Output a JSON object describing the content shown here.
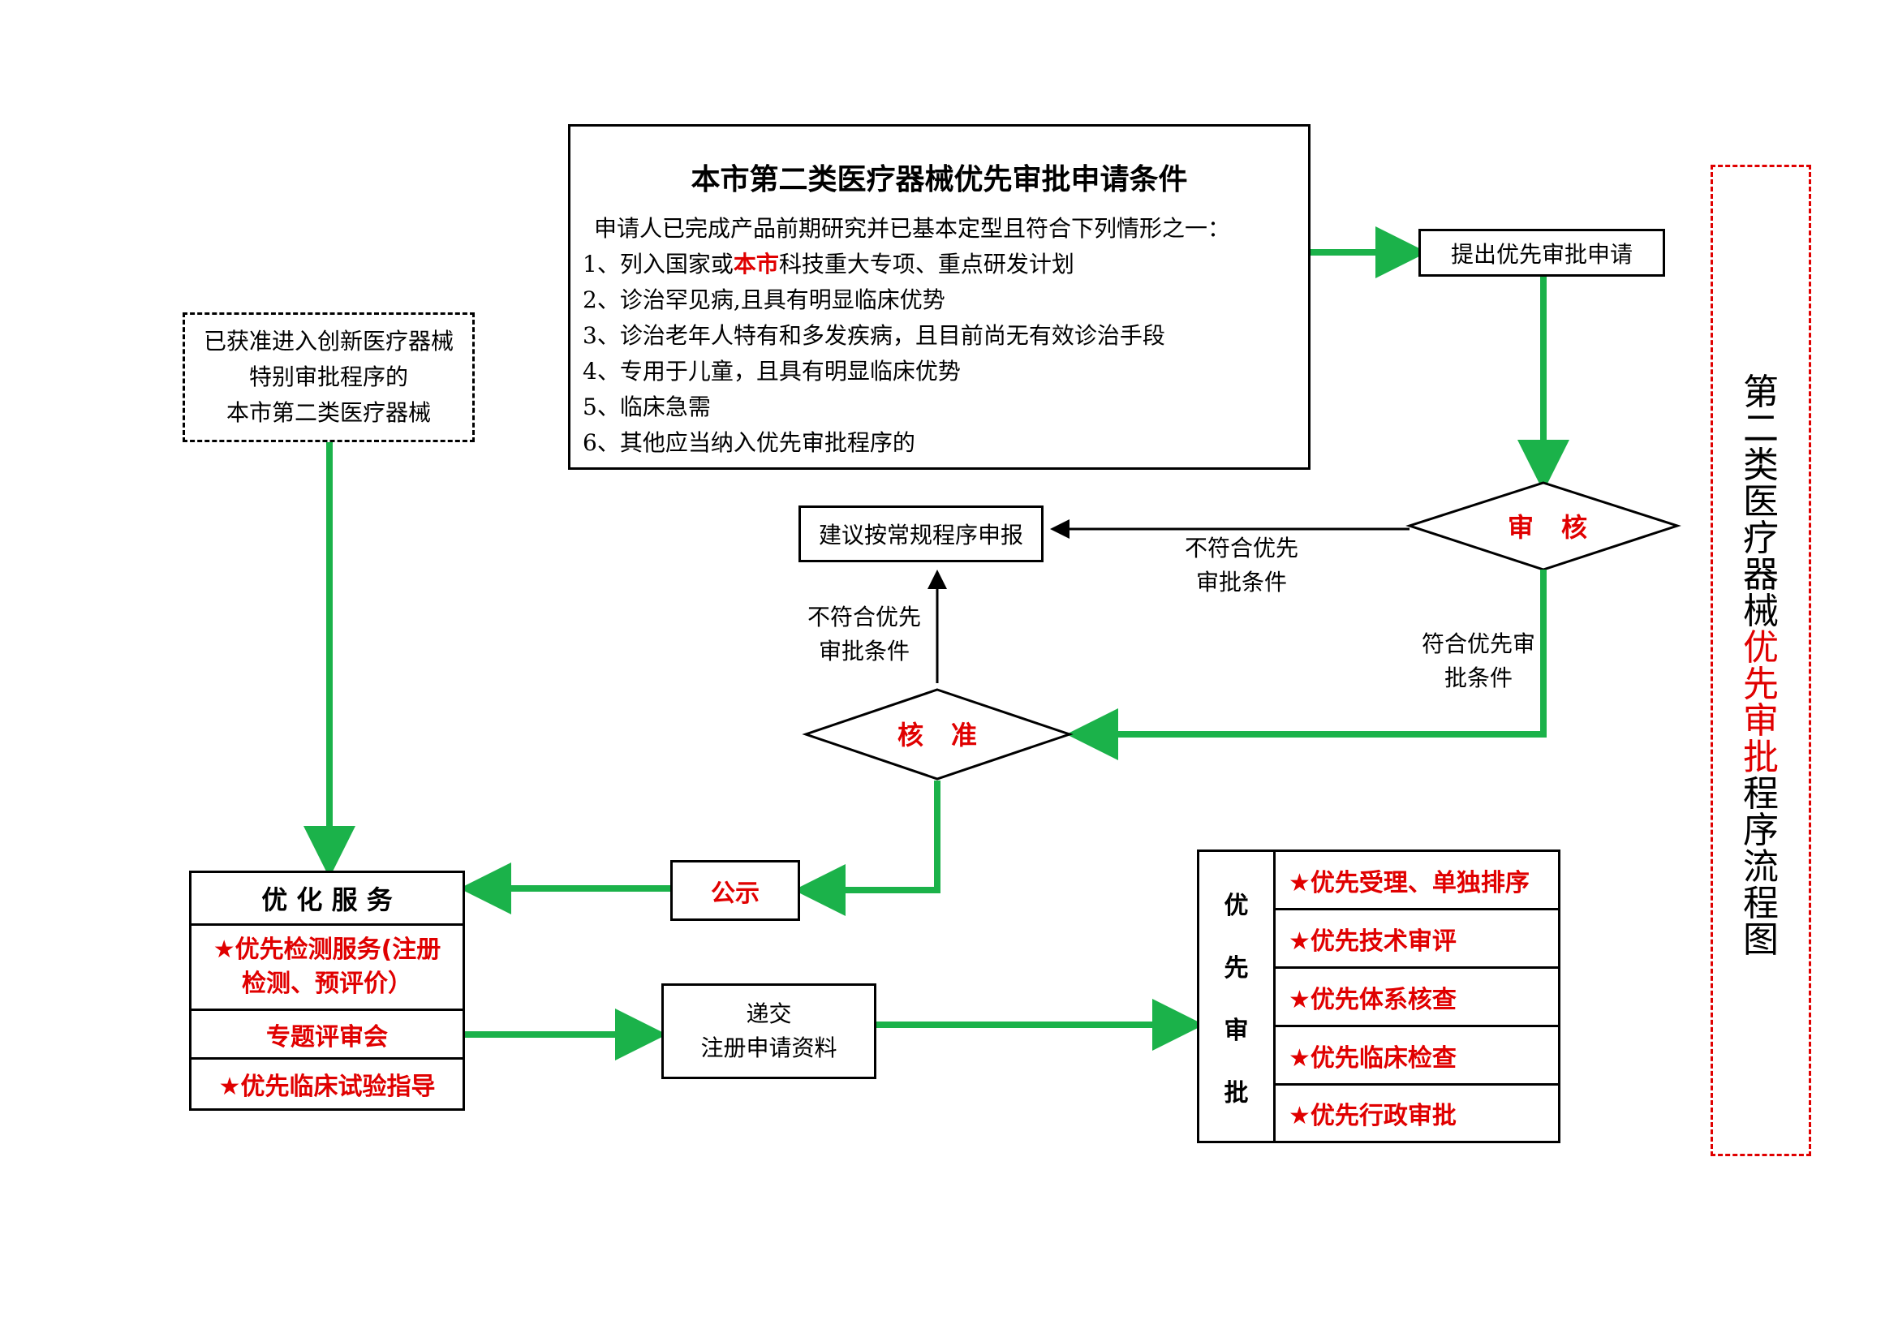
{
  "criteria": {
    "title": "本市第二类医疗器械优先审批申请条件",
    "intro": "申请人已完成产品前期研究并已基本定型且符合下列情形之一：",
    "item1_pre": "1、列入国家或",
    "item1_red": "本市",
    "item1_post": "科技重大专项、重点研发计划",
    "item2": "2、诊治罕见病,且具有明显临床优势",
    "item3": "3、诊治老年人特有和多发疾病，且目前尚无有效诊治手段",
    "item4": "4、专用于儿童，且具有明显临床优势",
    "item5": "5、临床急需",
    "item6": "6、其他应当纳入优先审批程序的"
  },
  "innovation": {
    "line1": "已获准进入创新医疗器械",
    "line2": "特别审批程序的",
    "line3": "本市第二类医疗器械"
  },
  "submit_box": "提出优先审批申请",
  "review_diamond": "审核",
  "approve_diamond": "核准",
  "suggest_box": "建议按常规程序申报",
  "labels": {
    "not_meet_1a": "不符合优先",
    "not_meet_1b": "审批条件",
    "not_meet_2a": "不符合优先",
    "not_meet_2b": "审批条件",
    "meet_a": "符合优先审",
    "meet_b": "批条件"
  },
  "publicize_box": "公示",
  "service": {
    "header": "优 化 服 务",
    "item1_line1": "★优先检测服务(注册",
    "item1_line2": "检测、预评价）",
    "item2": "专题评审会",
    "item3": "★优先临床试验指导"
  },
  "deliver": {
    "line1": "递交",
    "line2": "注册申请资料"
  },
  "priority": {
    "side": [
      "优",
      "先",
      "审",
      "批"
    ],
    "items": [
      "★优先受理、单独排序",
      "★优先技术审评",
      "★优先体系核查",
      "★优先临床检查",
      "★优先行政审批"
    ]
  },
  "side_title": {
    "part1": [
      "第",
      "二",
      "类",
      "医",
      "疗",
      "器",
      "械"
    ],
    "part2": [
      "优",
      "先",
      "审",
      "批"
    ],
    "part3": [
      "程",
      "序",
      "流",
      "程",
      "图"
    ]
  },
  "colors": {
    "arrow_green": "#1bb24a",
    "accent_red": "#e00000",
    "black": "#000000"
  }
}
